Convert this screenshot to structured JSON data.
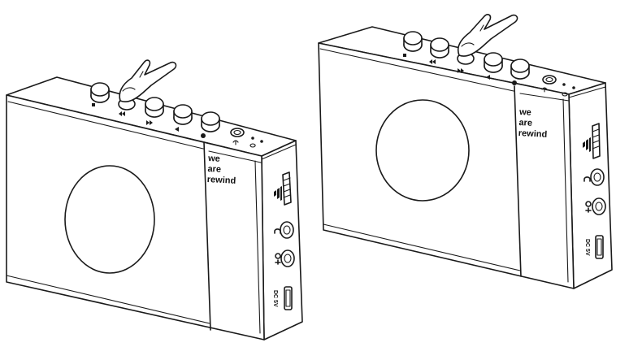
{
  "brand": {
    "line1": "we",
    "line2": "are",
    "line3": "rewind"
  },
  "ports": {
    "dc_label": "DC 5V"
  },
  "icons": [
    "stop-icon",
    "rewind-icon",
    "fast-forward-icon",
    "play-icon",
    "record-icon",
    "headphone-icon",
    "microphone-icon",
    "volume-icon"
  ],
  "scenes": [
    {
      "name": "cassette-player-left",
      "pressed_button": "rewind"
    },
    {
      "name": "cassette-player-right",
      "pressed_button": "fast-forward"
    }
  ]
}
